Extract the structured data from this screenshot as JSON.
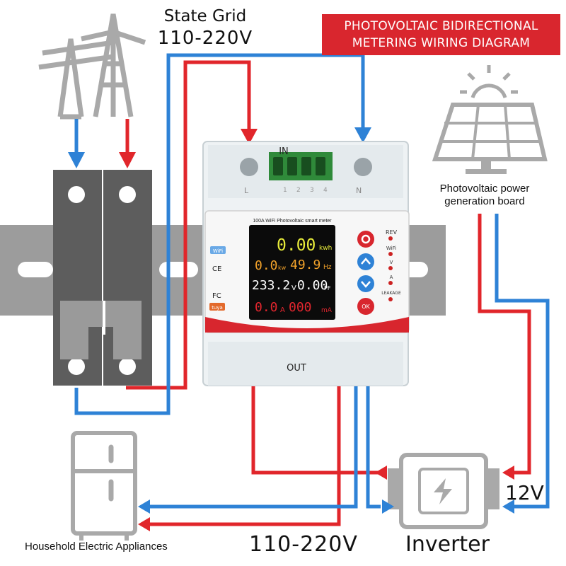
{
  "title": {
    "line1": "PHOTOVOLTAIC BIDIRECTIONAL",
    "line2": "METERING WIRING DIAGRAM"
  },
  "grid": {
    "title": "State Grid",
    "voltage": "110-220V"
  },
  "pv_board": {
    "label_line1": "Photovoltaic power",
    "label_line2": "generation board",
    "voltage": "12V"
  },
  "appliances": {
    "label": "Household Electric Appliances"
  },
  "output_voltage": "110-220V",
  "inverter": {
    "label": "Inverter"
  },
  "meter": {
    "header": "100A WiFi Photovoltaic smart meter",
    "in_label": "IN",
    "out_label": "OUT",
    "terminal_l": "L",
    "terminal_n": "N",
    "terminal_numbers": [
      "1",
      "2",
      "3",
      "4"
    ],
    "display": {
      "energy": "0.00",
      "energy_unit": "kwh",
      "power": "0.0",
      "power_unit": "kw",
      "frequency": "49.9",
      "frequency_unit": "Hz",
      "voltage": "233.2",
      "voltage_unit": "V",
      "pf": "0.00",
      "pf_unit": "PF",
      "current": "0.0",
      "current_unit": "A",
      "leakage": "000",
      "leakage_unit": "mA"
    },
    "indicators": [
      "REV",
      "WiFi",
      "V",
      "A",
      "LEAKAGE"
    ],
    "badges": [
      "WiFi",
      "CE",
      "FC",
      "tuya"
    ],
    "ok_label": "OK"
  },
  "colors": {
    "red_wire": "#e1262b",
    "blue_wire": "#2e82d6",
    "gray_icon": "#a9a9a9",
    "title_bg": "#d9262e"
  },
  "icons": [
    "transmission-tower-icon",
    "solar-panel-icon",
    "sun-icon",
    "refrigerator-icon",
    "lightning-icon",
    "settings-icon",
    "arrow-up-icon",
    "arrow-down-icon"
  ]
}
